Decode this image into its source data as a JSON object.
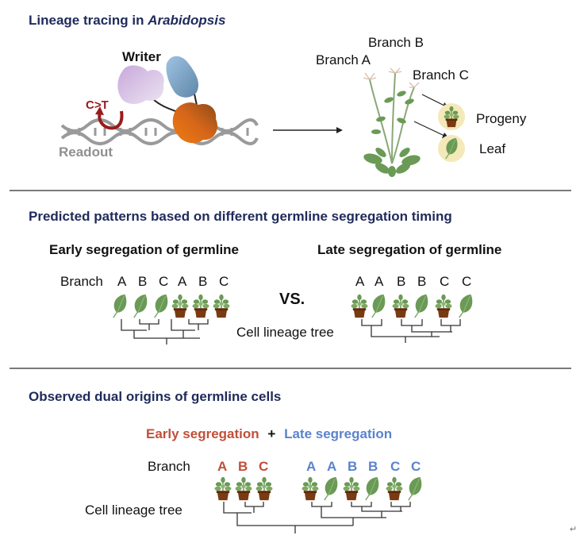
{
  "colors": {
    "title_navy": "#1f2a5c",
    "early_red": "#c0503a",
    "late_blue": "#5b83cc",
    "leaf_green": "#6a9a55",
    "pot_brown": "#7a3a12",
    "dna_gray": "#9a9a9a",
    "cut_red": "#9a1b1b",
    "badge_bg": "#f4e9b8"
  },
  "section1": {
    "title_prefix": "Lineage tracing in ",
    "title_italic": "Arabidopsis",
    "writer_label": "Writer",
    "edit_label": "C>T",
    "readout_label": "Readout",
    "branch_labels": [
      "Branch A",
      "Branch B",
      "Branch C"
    ],
    "legend": [
      {
        "icon": "pot-plant-icon",
        "label": "Progeny"
      },
      {
        "icon": "leaf-icon",
        "label": "Leaf"
      }
    ]
  },
  "section2": {
    "title": "Predicted patterns based on different germline segregation timing",
    "early": {
      "heading": "Early segregation of germline",
      "row_label": "Branch",
      "letters": [
        "A",
        "B",
        "C",
        "A",
        "B",
        "C"
      ],
      "icons": [
        "leaf",
        "leaf",
        "leaf",
        "progeny",
        "progeny",
        "progeny"
      ]
    },
    "vs_label": "VS.",
    "late": {
      "heading": "Late segregation of germline",
      "letters": [
        "A",
        "A",
        "B",
        "B",
        "C",
        "C"
      ],
      "icons": [
        "progeny",
        "leaf",
        "progeny",
        "leaf",
        "progeny",
        "leaf"
      ]
    },
    "tree_label": "Cell lineage tree"
  },
  "section3": {
    "title": "Observed dual origins of germline cells",
    "early_label": "Early segregation",
    "plus": "+",
    "late_label": "Late segregation",
    "row_label": "Branch",
    "early_letters": [
      "A",
      "B",
      "C"
    ],
    "early_icons": [
      "progeny",
      "progeny",
      "progeny"
    ],
    "late_letters": [
      "A",
      "A",
      "B",
      "B",
      "C",
      "C"
    ],
    "late_icons": [
      "progeny",
      "leaf",
      "progeny",
      "leaf",
      "progeny",
      "leaf"
    ],
    "tree_label": "Cell lineage tree"
  },
  "return_mark": "↵"
}
